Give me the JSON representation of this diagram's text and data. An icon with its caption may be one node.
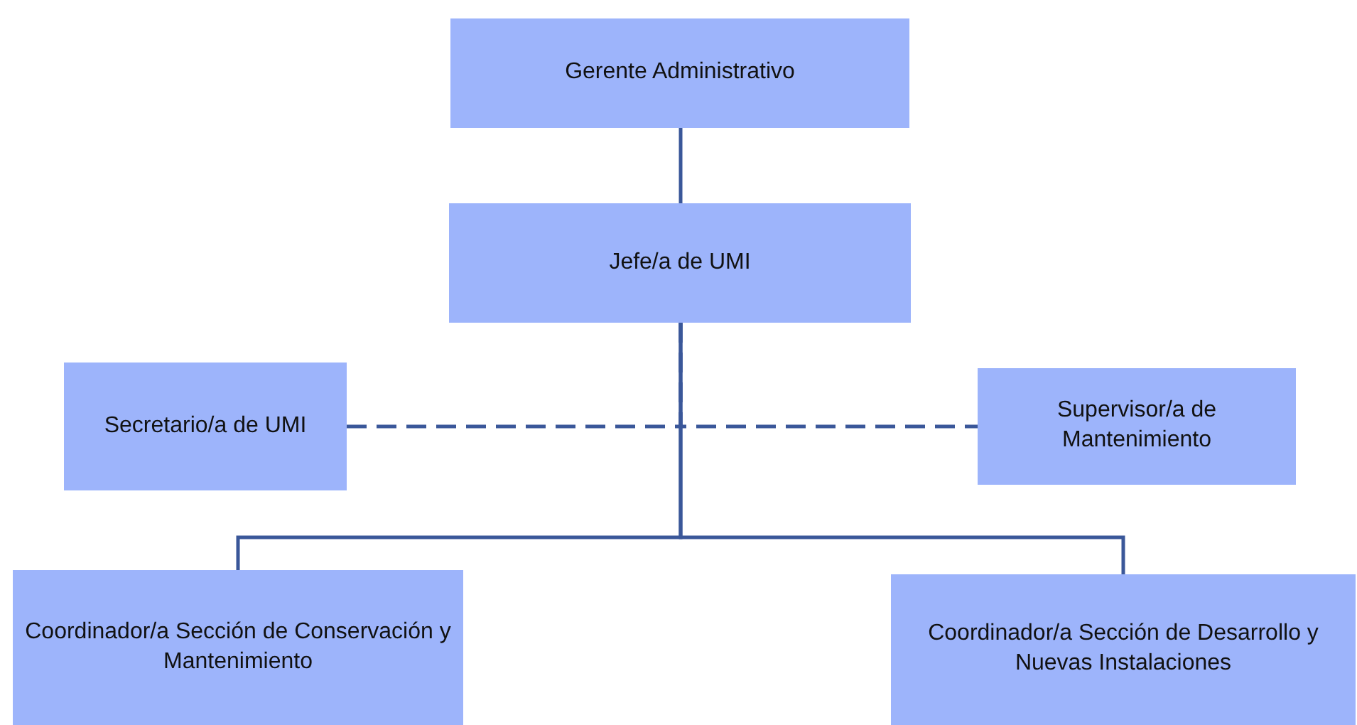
{
  "diagram": {
    "nodes": [
      {
        "text": [
          "Gerente Administrativo"
        ]
      },
      {
        "text": [
          "Jefe/a de UMI"
        ]
      },
      {
        "text": [
          "Secretario/a de UMI"
        ]
      },
      {
        "text": [
          "Supervisor/a de Mantenimiento"
        ]
      },
      {
        "text": [
          "Coordinador/a Sección de Conservación y Mantenimiento"
        ]
      },
      {
        "text": [
          "Coordinador/a Sección de Desarrollo y Nuevas Instalaciones"
        ]
      }
    ],
    "edges": [
      {
        "from": 0,
        "to": 1,
        "arrow": "none"
      },
      {
        "from": 1,
        "to": 2,
        "arrow": "none",
        "style": "dashed"
      },
      {
        "from": 1,
        "to": 3,
        "arrow": "none",
        "style": "dashed"
      },
      {
        "from": 1,
        "to": 4,
        "arrow": "none"
      },
      {
        "from": 1,
        "to": 5,
        "arrow": "none"
      }
    ]
  }
}
